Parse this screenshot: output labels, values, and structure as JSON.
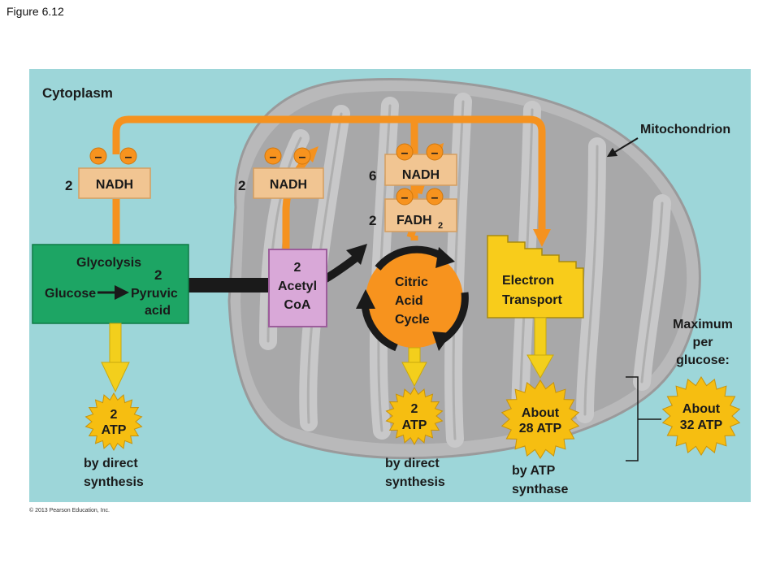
{
  "figure_label": "Figure 6.12",
  "copyright": "© 2013 Pearson Education, Inc.",
  "regions": {
    "cytoplasm": "Cytoplasm",
    "mitochondrion": "Mitochondrion"
  },
  "electron_carriers": {
    "minus_sign": "–",
    "nadh_glycolysis": {
      "count": "2",
      "label": "NADH"
    },
    "nadh_acetyl": {
      "count": "2",
      "label": "NADH"
    },
    "nadh_citric": {
      "count": "6",
      "label": "NADH"
    },
    "fadh2_citric": {
      "count": "2",
      "label": "FADH",
      "subscript": "2"
    }
  },
  "stages": {
    "glycolysis": {
      "title": "Glycolysis",
      "count": "2",
      "glucose": "Glucose",
      "pyruvic_line1": "Pyruvic",
      "pyruvic_line2": "acid"
    },
    "acetyl_coa": {
      "line1": "2",
      "line2": "Acetyl",
      "line3": "CoA"
    },
    "citric_acid": {
      "line1": "Citric",
      "line2": "Acid",
      "line3": "Cycle"
    },
    "electron_transport": {
      "line1": "Electron",
      "line2": "Transport"
    }
  },
  "atp_yields": {
    "glycolysis": {
      "line1": "2",
      "line2": "ATP",
      "caption1": "by direct",
      "caption2": "synthesis"
    },
    "citric": {
      "line1": "2",
      "line2": "ATP",
      "caption1": "by direct",
      "caption2": "synthesis"
    },
    "electron_transport": {
      "line1": "About",
      "line2": "28 ATP",
      "caption1": "by ATP",
      "caption2": "synthase"
    },
    "maximum": {
      "heading1": "Maximum",
      "heading2": "per",
      "heading3": "glucose:",
      "line1": "About",
      "line2": "32 ATP"
    }
  },
  "colors": {
    "cytoplasm_bg": "#9dd6d9",
    "mitochondrion_fill": "#b9b9ba",
    "orange_arrow": "#f5921f",
    "yellow_arrow": "#f3cf1c",
    "carrier_box": "#f1c592",
    "electron_ball": "#f7931e",
    "glycolysis_green": "#1da564",
    "acetyl_purple": "#d9a8d8",
    "citric_orange": "#f7931e",
    "etc_yellow": "#f8cc1b",
    "atp_star": "#f6be11"
  }
}
